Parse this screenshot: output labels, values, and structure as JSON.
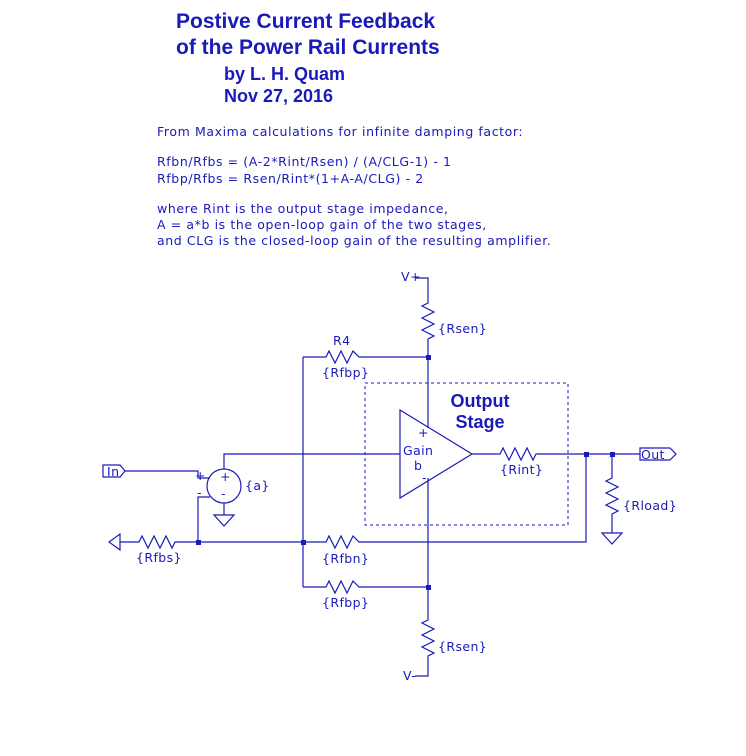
{
  "colors": {
    "wire": "#1a1ab8",
    "text": "#1a1ab8",
    "node": "#1a1ab8",
    "background": "#ffffff"
  },
  "header": {
    "title_line1": "Postive Current Feedback",
    "title_line2": "of the Power Rail Currents",
    "author": "by L. H. Quam",
    "date": "Nov 27, 2016"
  },
  "notes": {
    "intro": "From Maxima calculations for infinite damping factor:",
    "eq1": "Rfbn/Rfbs = (A-2*Rint/Rsen) / (A/CLG-1) - 1",
    "eq2": "Rfbp/Rfbs = Rsen/Rint*(1+A-A/CLG) - 2",
    "where1": "where Rint is the output stage impedance,",
    "where2": "A = a*b is the open-loop gain of the two stages,",
    "where3": "and CLG is the closed-loop gain of the resulting amplifier."
  },
  "schematic": {
    "vplus": "V+",
    "vminus": "V-",
    "rsen_top": "{Rsen}",
    "rsen_bottom": "{Rsen}",
    "r4_name": "R4",
    "rfbp_top": "{Rfbp}",
    "rfbp_bottom": "{Rfbp}",
    "rfbn": "{Rfbn}",
    "rfbs": "{Rfbs}",
    "rint": "{Rint}",
    "rload": "{Rload}",
    "source_value": "{a}",
    "source_plus": "+",
    "source_minus": "-",
    "in_port": "In",
    "out_port": "Out",
    "output_stage_line1": "Output",
    "output_stage_line2": "Stage",
    "gain_label": "Gain",
    "gain_value": "b",
    "opamp_plus": "+",
    "opamp_minus": "-"
  }
}
